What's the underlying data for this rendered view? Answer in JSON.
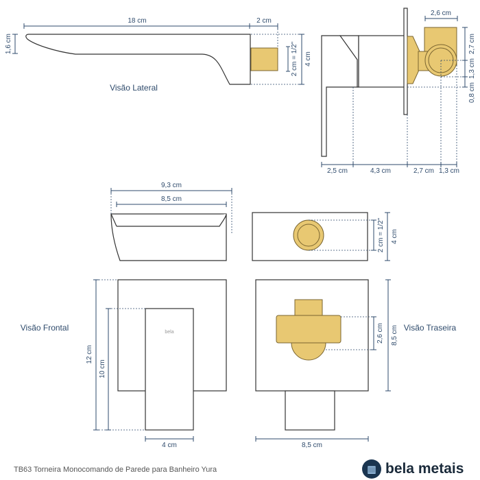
{
  "views": {
    "lateral": "Visão Lateral",
    "frontal": "Visão Frontal",
    "traseira": "Visão Traseira"
  },
  "dimensions": {
    "lateral_length": "18 cm",
    "lateral_thread": "2 cm",
    "lateral_tip": "1,6 cm",
    "lateral_thread_dia": "2 cm = 1/2\"",
    "lateral_height": "4 cm",
    "side_top": "2,6 cm",
    "side_r1": "2,7 cm",
    "side_r2": "1,3 cm",
    "side_r3": "0,8 cm",
    "side_b1": "2,5 cm",
    "side_b2": "4,3 cm",
    "side_b3": "2,7 cm",
    "side_b4": "1,3 cm",
    "top_outer": "9,3 cm",
    "top_inner": "8,5 cm",
    "back_top_dia": "2 cm = 1/2\"",
    "back_top_height": "4 cm",
    "front_total": "12 cm",
    "front_lever": "10 cm",
    "front_width": "4 cm",
    "back_gold": "2,6 cm",
    "back_height": "8,5 cm",
    "back_width": "8,5 cm"
  },
  "product_mark": "bela",
  "footer": {
    "caption": "TB63 Torneira Monocomando de Parede para Banheiro Yura",
    "brand": "bela metais"
  },
  "colors": {
    "dimension": "#2e4a6b",
    "gold": "#e8c872",
    "brand": "#1a3550"
  }
}
